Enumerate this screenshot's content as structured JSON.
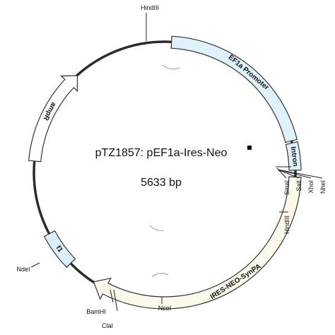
{
  "plasmid": {
    "name": "pTZ1857: pEF1a-Ires-Neo",
    "size": "5633 bp"
  },
  "features": [
    {
      "id": "ef1a",
      "label": "EF1a Promoter",
      "fill": "#dff1fa"
    },
    {
      "id": "intron",
      "label": "Intron",
      "fill": "#dff1fa"
    },
    {
      "id": "ires",
      "label": "IRES-NEO-SynPA",
      "fill": "#fbf9ea"
    },
    {
      "id": "f1",
      "label": "f1",
      "fill": "#d9f0fa"
    },
    {
      "id": "ampr",
      "label": "ampR",
      "fill": "#ffffff"
    }
  ],
  "sites": {
    "hindiii_top": "HindIII",
    "smai": "SmaI",
    "sali": "SalI",
    "xhoi": "XhoI",
    "nhei": "NheI",
    "hindiii_right": "HindIII",
    "ncoi": "NcoI",
    "bamhi": "BamHI",
    "clai": "ClaI",
    "ndei": "NdeI"
  },
  "colors": {
    "backbone": "#2b2b2b",
    "outline": "#333333"
  }
}
